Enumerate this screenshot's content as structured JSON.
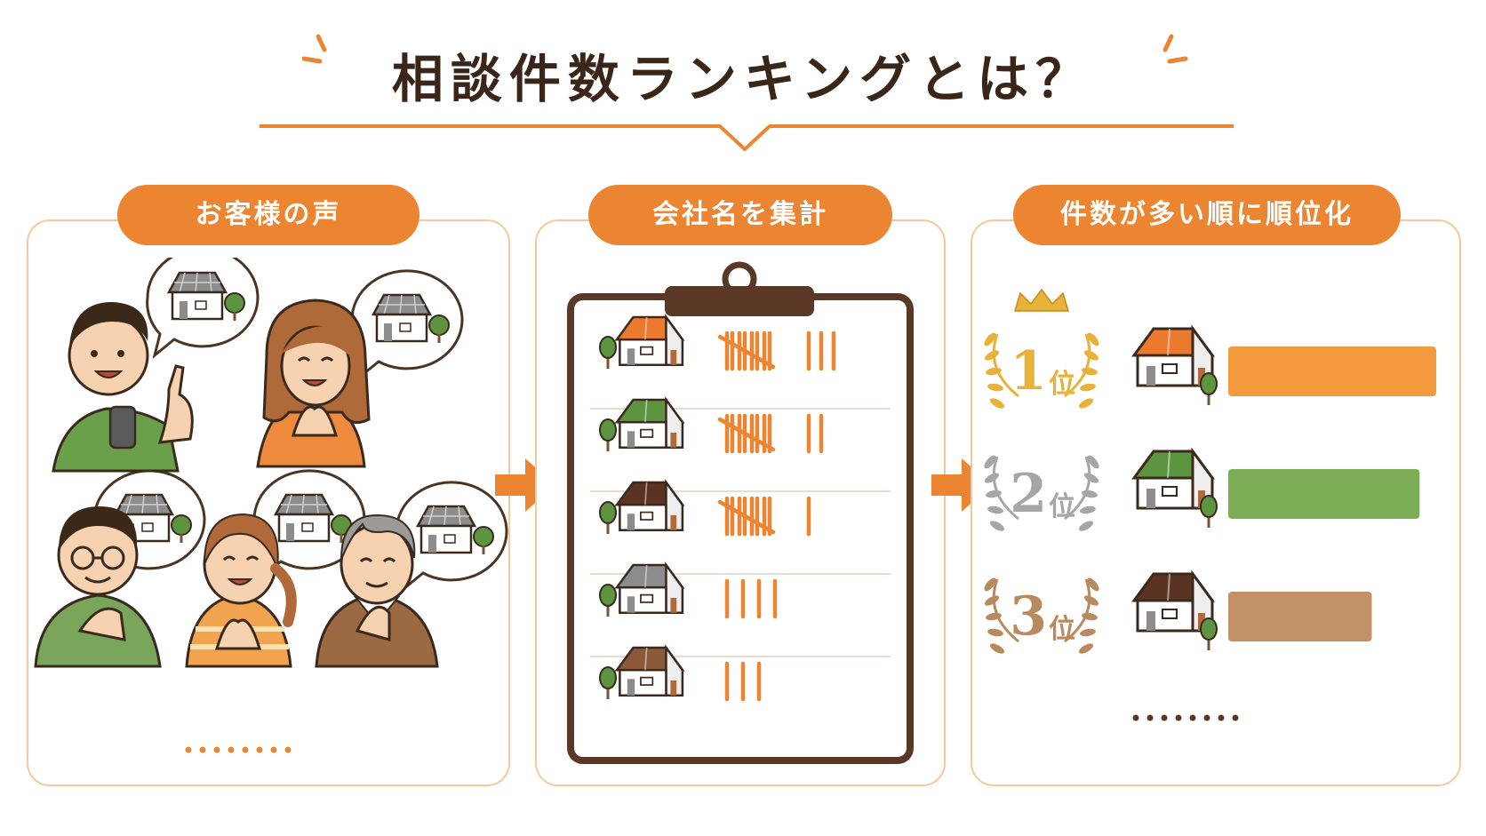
{
  "title": "相談件数ランキングとは？",
  "colors": {
    "accent": "#ec8532",
    "dark_brown": "#5a3825",
    "green_roof": "#5c9440",
    "bar_orange": "#f29a3d",
    "bar_green": "#7dae57",
    "bar_brown": "#c29168",
    "gold": "#e8b23a",
    "silver": "#a6a6a6",
    "bronze": "#b98a5e"
  },
  "steps": [
    {
      "label": "お客様の声",
      "icon": "customers-with-speech-bubbles"
    },
    {
      "label": "会社名を集計",
      "icon": "clipboard-tally"
    },
    {
      "label": "件数が多い順に順位化",
      "icon": "ranking-bars"
    }
  ],
  "tally_rows": [
    {
      "roof_color": "orange",
      "tally": 8
    },
    {
      "roof_color": "green",
      "tally": 7
    },
    {
      "roof_color": "dark-brown",
      "tally": 6
    },
    {
      "roof_color": "gray",
      "tally": 4
    },
    {
      "roof_color": "brown",
      "tally": 3
    }
  ],
  "ranking": [
    {
      "rank": "1",
      "suffix": "位",
      "medal": "gold",
      "crown": true,
      "bar_share": 1.0
    },
    {
      "rank": "2",
      "suffix": "位",
      "medal": "silver",
      "crown": false,
      "bar_share": 0.92
    },
    {
      "rank": "3",
      "suffix": "位",
      "medal": "bronze",
      "crown": false,
      "bar_share": 0.69
    }
  ]
}
